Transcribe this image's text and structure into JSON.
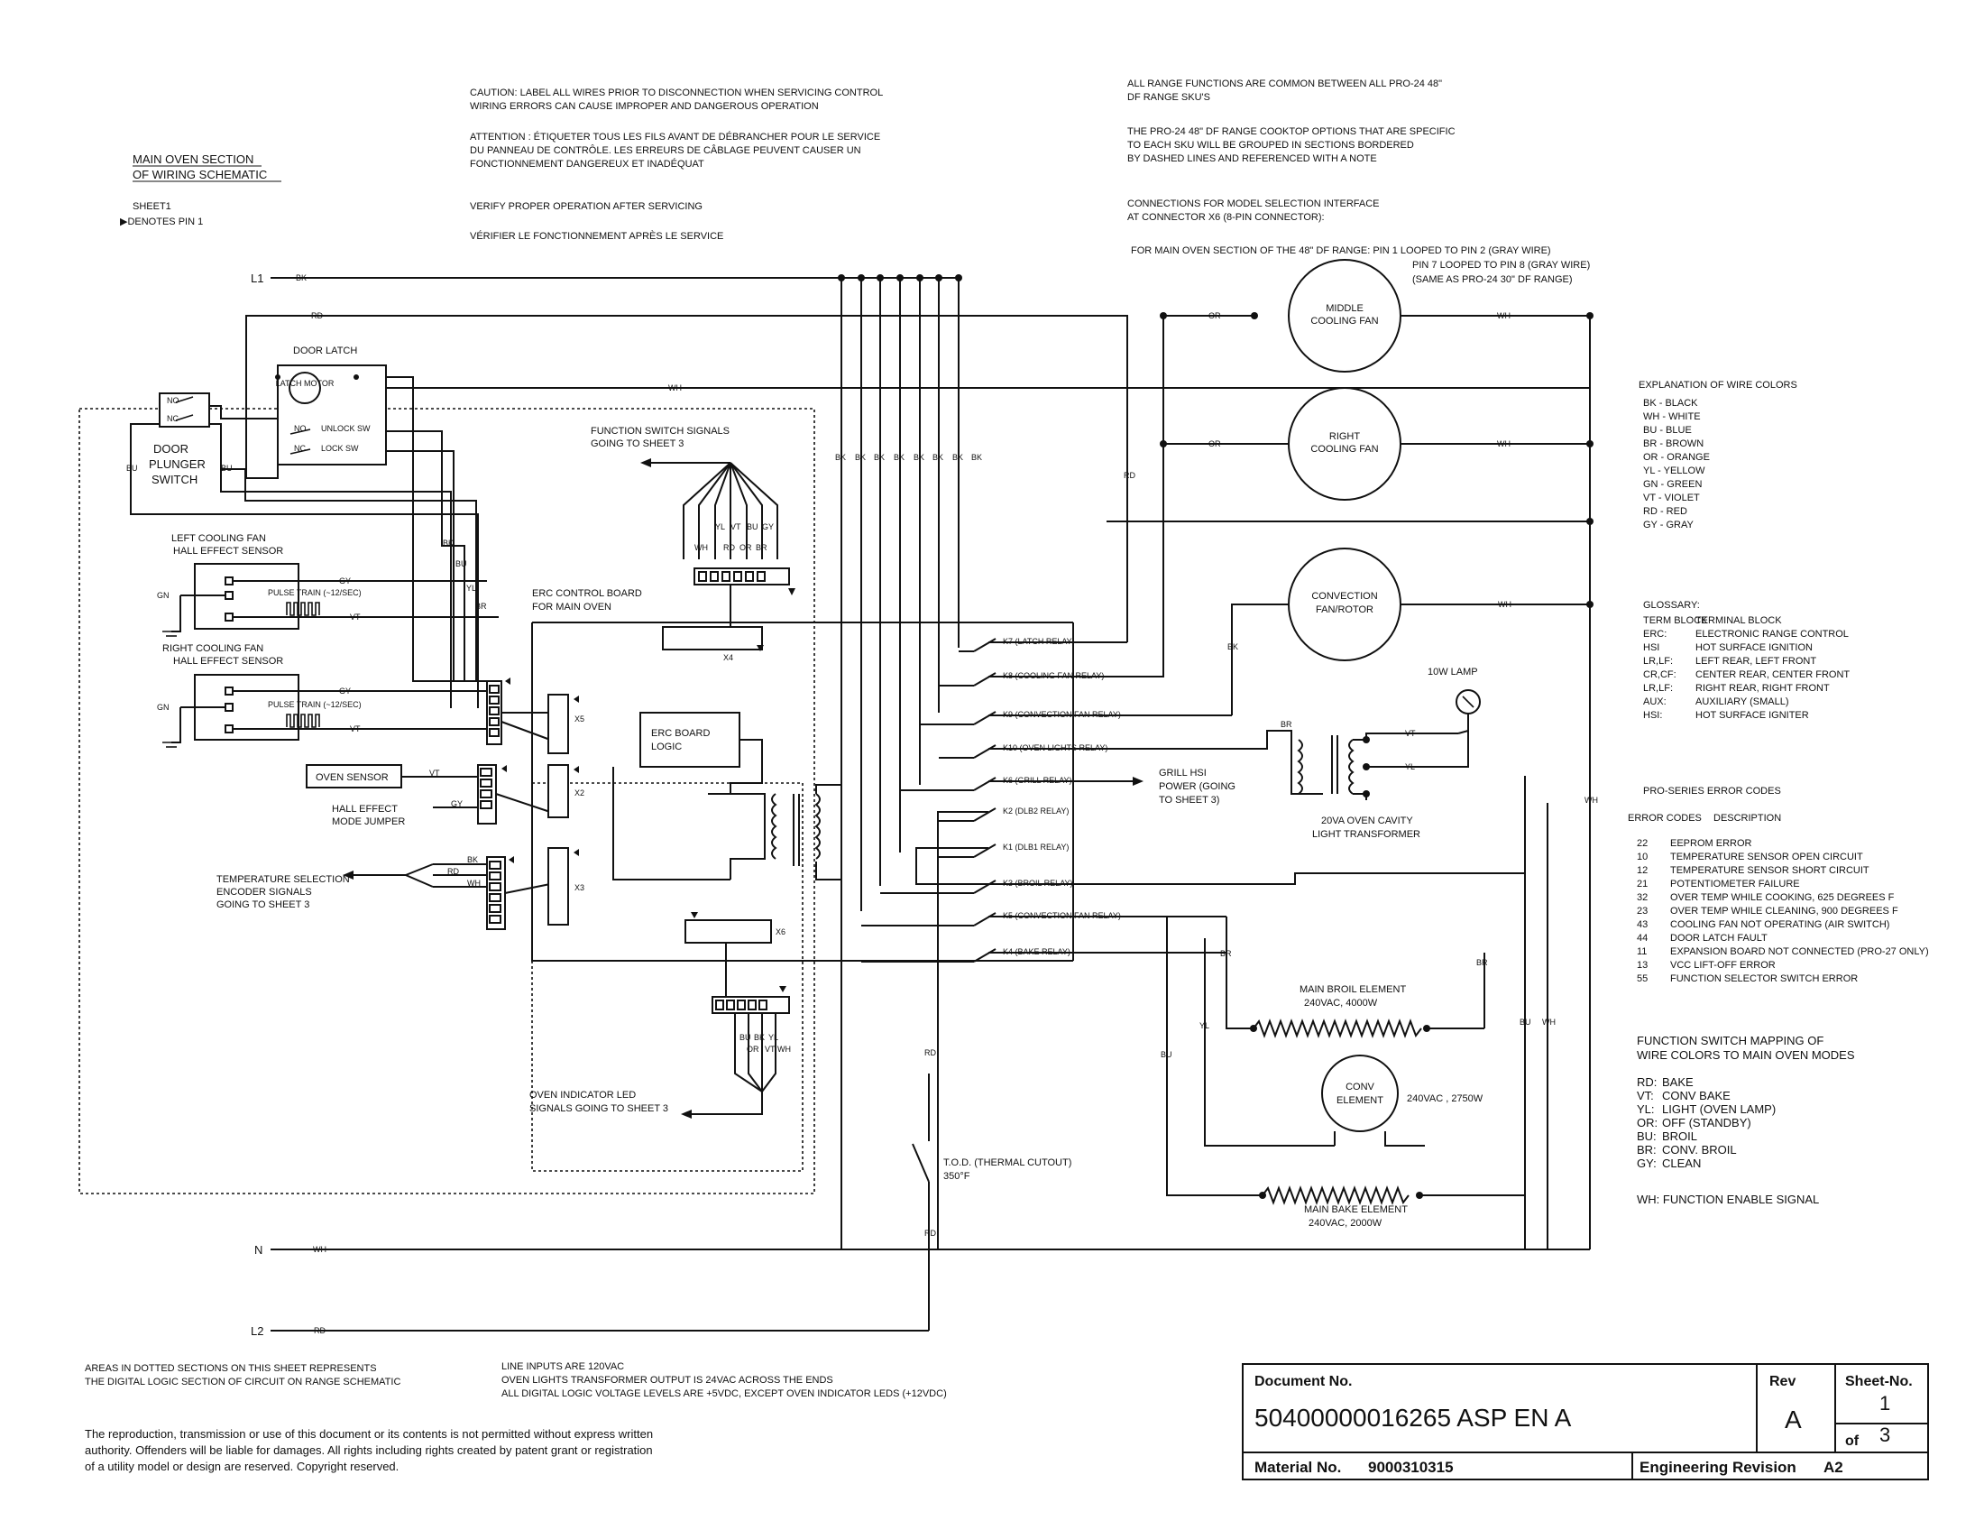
{
  "header": {
    "section_title_1": "MAIN OVEN SECTION",
    "section_title_2": "OF WIRING SCHEMATIC",
    "sheet": "SHEET1",
    "pin_note": "▶DENOTES PIN 1",
    "caution_1": "CAUTION: LABEL ALL WIRES PRIOR TO DISCONNECTION WHEN SERVICING CONTROL",
    "caution_2": "WIRING ERRORS CAN CAUSE IMPROPER AND DANGEROUS OPERATION",
    "attention_1": "ATTENTION : ÉTIQUETER TOUS LES FILS AVANT DE DÉBRANCHER POUR LE SERVICE",
    "attention_2": "DU PANNEAU DE CONTRÔLE. LES ERREURS DE CÂBLAGE PEUVENT CAUSER UN",
    "attention_3": "FONCTIONNEMENT DANGEREUX ET INADÉQUAT",
    "verify_en": "VERIFY PROPER OPERATION AFTER SERVICING",
    "verify_fr": "VÉRIFIER LE FONCTIONNEMENT APRÈS LE SERVICE",
    "range_1": "ALL RANGE FUNCTIONS ARE COMMON BETWEEN ALL PRO-24 48\"",
    "range_2": "DF RANGE SKU'S",
    "cooktop_1": "THE PRO-24 48\" DF RANGE COOKTOP OPTIONS THAT ARE SPECIFIC",
    "cooktop_2": "TO EACH SKU WILL BE GROUPED IN SECTIONS BORDERED",
    "cooktop_3": "BY DASHED LINES AND REFERENCED WITH A NOTE",
    "conn_1": "CONNECTIONS FOR MODEL SELECTION INTERFACE",
    "conn_2": "AT CONNECTOR X6 (8-PIN CONNECTOR):",
    "main_oven_1": "FOR MAIN OVEN SECTION OF THE 48\" DF RANGE:  PIN 1 LOOPED TO PIN 2 (GRAY WIRE)",
    "main_oven_2": "PIN 7 LOOPED TO PIN 8 (GRAY WIRE)",
    "main_oven_3": "(SAME AS PRO-24 30\" DF RANGE)"
  },
  "lines": {
    "l1": "L1",
    "n": "N",
    "l2": "L2"
  },
  "wire_tags": {
    "bk": "BK",
    "wh": "WH",
    "rd": "RD",
    "or": "OR",
    "bu": "BU",
    "br": "BR",
    "yl": "YL",
    "gn": "GN",
    "gy": "GY",
    "vt": "VT"
  },
  "components": {
    "door_latch": "DOOR LATCH",
    "latch_motor": "LATCH MOTOR",
    "unlock_sw": "UNLOCK SW",
    "lock_sw": "LOCK SW",
    "no": "NO",
    "nc": "NC",
    "door_plunger_1": "DOOR",
    "door_plunger_2": "PLUNGER",
    "door_plunger_3": "SWITCH",
    "left_fan_1": "LEFT COOLING FAN",
    "left_fan_2": "HALL EFFECT SENSOR",
    "right_fan_1": "RIGHT COOLING FAN",
    "right_fan_2": "HALL EFFECT SENSOR",
    "pulse_train": "PULSE TRAIN (~12/SEC)",
    "oven_sensor": "OVEN SENSOR",
    "hall_jumper_1": "HALL EFFECT",
    "hall_jumper_2": "MODE JUMPER",
    "temp_sel_1": "TEMPERATURE SELECTION",
    "temp_sel_2": "ENCODER SIGNALS",
    "temp_sel_3": "GOING TO SHEET 3",
    "func_sig_1": "FUNCTION SWITCH SIGNALS",
    "func_sig_2": "GOING TO SHEET 3",
    "erc_board_1": "ERC CONTROL BOARD",
    "erc_board_2": "FOR MAIN OVEN",
    "erc_logic_1": "ERC BOARD",
    "erc_logic_2": "LOGIC",
    "x4": "X4",
    "x5": "X5",
    "x2": "X2",
    "x3": "X3",
    "x6": "X6",
    "led_1": "OVEN INDICATOR LED",
    "led_2": "SIGNALS GOING TO SHEET 3",
    "middle_fan_1": "MIDDLE",
    "middle_fan_2": "COOLING FAN",
    "right_cfan_1": "RIGHT",
    "right_cfan_2": "COOLING FAN",
    "conv_fan_1": "CONVECTION",
    "conv_fan_2": "FAN/ROTOR",
    "lamp": "10W LAMP",
    "transformer_1": "20VA OVEN CAVITY",
    "transformer_2": "LIGHT TRANSFORMER",
    "grill_1": "GRILL HSI",
    "grill_2": "POWER (GOING",
    "grill_3": "TO SHEET 3)",
    "broil_1": "MAIN BROIL ELEMENT",
    "broil_2": "240VAC, 4000W",
    "conv_el_1": "CONV",
    "conv_el_2": "ELEMENT",
    "conv_el_3": "240VAC , 2750W",
    "bake_1": "MAIN BAKE ELEMENT",
    "bake_2": "240VAC, 2000W",
    "tod_1": "T.O.D. (THERMAL CUTOUT)",
    "tod_2": "350°F"
  },
  "relays": [
    "K7 (LATCH RELAY)",
    "K8 (COOLING FAN RELAY)",
    "K9 (CONVECTION FAN RELAY)",
    "K10 (OVEN LIGHTS RELAY)",
    "K6 (GRILL RELAY)",
    "K2 (DLB2 RELAY)",
    "K1 (DLB1 RELAY)",
    "K3 (BROIL RELAY)",
    "K5 (CONVECTION FAN RELAY)",
    "K4 (BAKE RELAY)"
  ],
  "wire_colors": {
    "title": "EXPLANATION OF WIRE COLORS",
    "items": [
      "BK - BLACK",
      "WH - WHITE",
      "BU - BLUE",
      "BR - BROWN",
      "OR - ORANGE",
      "YL - YELLOW",
      "GN - GREEN",
      "VT - VIOLET",
      "RD - RED",
      "GY - GRAY"
    ]
  },
  "glossary": {
    "title": "GLOSSARY:",
    "items": [
      [
        "TERM BLOCK",
        "TERMINAL BLOCK"
      ],
      [
        "ERC:",
        "ELECTRONIC RANGE CONTROL"
      ],
      [
        "HSI",
        "HOT SURFACE IGNITION"
      ],
      [
        "LR,LF:",
        "LEFT REAR, LEFT FRONT"
      ],
      [
        "CR,CF:",
        "CENTER REAR, CENTER FRONT"
      ],
      [
        "LR,LF:",
        "RIGHT REAR, RIGHT FRONT"
      ],
      [
        "AUX:",
        "AUXILIARY (SMALL)"
      ],
      [
        "HSI:",
        "HOT SURFACE IGNITER"
      ]
    ]
  },
  "error_codes": {
    "title": "PRO-SERIES ERROR CODES",
    "col_code": "ERROR CODES",
    "col_desc": "DESCRIPTION",
    "items": [
      [
        "22",
        "EEPROM ERROR"
      ],
      [
        "10",
        "TEMPERATURE SENSOR OPEN CIRCUIT"
      ],
      [
        "12",
        "TEMPERATURE SENSOR SHORT CIRCUIT"
      ],
      [
        "21",
        "POTENTIOMETER FAILURE"
      ],
      [
        "32",
        "OVER TEMP WHILE COOKING, 625 DEGREES F"
      ],
      [
        "23",
        "OVER TEMP WHILE CLEANING, 900 DEGREES F"
      ],
      [
        "43",
        "COOLING FAN NOT OPERATING (AIR SWITCH)"
      ],
      [
        "44",
        "DOOR LATCH FAULT"
      ],
      [
        "11",
        "EXPANSION BOARD NOT CONNECTED (PRO-27 ONLY)"
      ],
      [
        "13",
        "VCC LIFT-OFF ERROR"
      ],
      [
        "55",
        "FUNCTION SELECTOR SWITCH ERROR"
      ]
    ]
  },
  "function_mapping": {
    "title_1": "FUNCTION SWITCH MAPPING OF",
    "title_2": "WIRE COLORS TO MAIN OVEN MODES",
    "items": [
      [
        "RD:",
        "BAKE"
      ],
      [
        "VT:",
        "CONV BAKE"
      ],
      [
        "YL:",
        "LIGHT (OVEN LAMP)"
      ],
      [
        "OR:",
        "OFF (STANDBY)"
      ],
      [
        "BU:",
        "BROIL"
      ],
      [
        "BR:",
        "CONV. BROIL"
      ],
      [
        "GY:",
        "CLEAN"
      ]
    ],
    "footer": "WH: FUNCTION ENABLE SIGNAL"
  },
  "footnotes": {
    "dotted_1": "AREAS IN DOTTED SECTIONS ON THIS SHEET REPRESENTS",
    "dotted_2": "THE DIGITAL LOGIC SECTION OF CIRCUIT ON RANGE SCHEMATIC",
    "line_1": "LINE INPUTS ARE 120VAC",
    "line_2": "OVEN LIGHTS TRANSFORMER OUTPUT IS 24VAC ACROSS THE ENDS",
    "line_3": "ALL DIGITAL LOGIC VOLTAGE LEVELS ARE +5VDC, EXCEPT OVEN INDICATOR LEDS (+12VDC)",
    "legal_1": "The reproduction, transmission or use of this document or its contents is not permitted without express  written",
    "legal_2": "authority. Offenders will be liable for damages. All rights including rights created by patent grant or registration",
    "legal_3": "of a utility model or design are reserved. Copyright reserved."
  },
  "title_block": {
    "doc_label": "Document No.",
    "doc_no": "50400000016265 ASP EN A",
    "rev_label": "Rev",
    "rev": "A",
    "sheet_label": "Sheet-No.",
    "sheet_no": "1",
    "of_label": "of",
    "of_total": "3",
    "material_label": "Material No.",
    "material_no": "9000310315",
    "eng_label": "Engineering Revision",
    "eng_rev": "A2"
  }
}
